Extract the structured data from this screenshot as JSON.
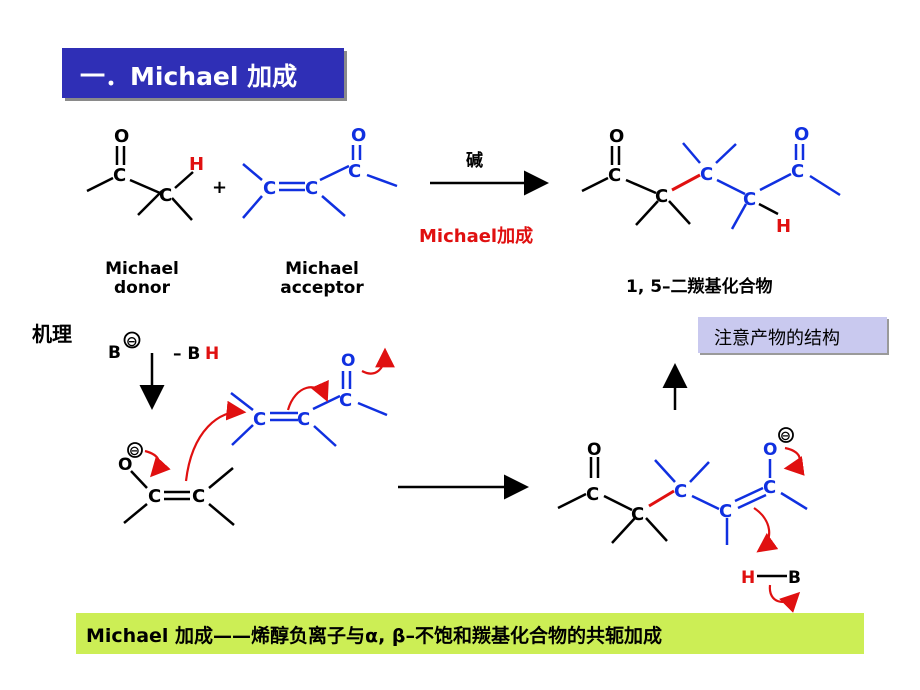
{
  "title": "一．Michael 加成",
  "base_reagent": "碱",
  "reaction_name": "Michael加成",
  "donor_label": [
    "Michael",
    "donor"
  ],
  "acceptor_label": [
    "Michael",
    "acceptor"
  ],
  "product_name": "1, 5–二羰基化合物",
  "mechanism_label": "机理",
  "note": "注意产物的结构",
  "summary": "Michael 加成——烯醇负离子与α, β–不饱和羰基化合物的共轭加成",
  "atoms": {
    "O": "O",
    "C": "C",
    "H": "H",
    "B": "B",
    "plus": "+",
    "minus": "⊖",
    "minus_bh": "– B",
    "bh_h": "H",
    "hb_h": "H",
    "hb_b": "B"
  },
  "colors": {
    "banner": "#2f2fb6",
    "acceptor": "#1030e0",
    "new_bond": "#e01010",
    "arrow": "#e01010",
    "note_bg": "#c9c9ef",
    "summary_bg": "#ccee55"
  }
}
